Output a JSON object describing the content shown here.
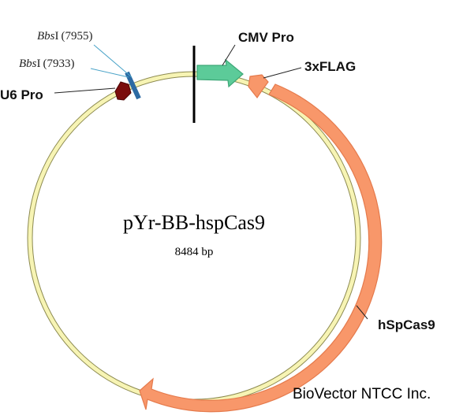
{
  "plasmid": {
    "name": "pYr-BB-hspCas9",
    "size_label": "8484 bp",
    "backbone_color": "#f7f4b4"
  },
  "features": [
    {
      "name": "U6 Pro",
      "color": "#7a0c0c",
      "type": "promoter"
    },
    {
      "name": "CMV Pro",
      "color": "#5ccb99",
      "type": "promoter"
    },
    {
      "name": "3xFLAG",
      "color": "#f8976a",
      "type": "tag"
    },
    {
      "name": "hSpCas9",
      "color": "#f8976a",
      "type": "cds"
    }
  ],
  "sites": [
    {
      "enzyme": "Bbs",
      "enzyme_suffix": "I",
      "position": "(7955)"
    },
    {
      "enzyme": "Bbs",
      "enzyme_suffix": "I",
      "position": "(7933)"
    }
  ],
  "watermark": "BioVector NTCC Inc."
}
